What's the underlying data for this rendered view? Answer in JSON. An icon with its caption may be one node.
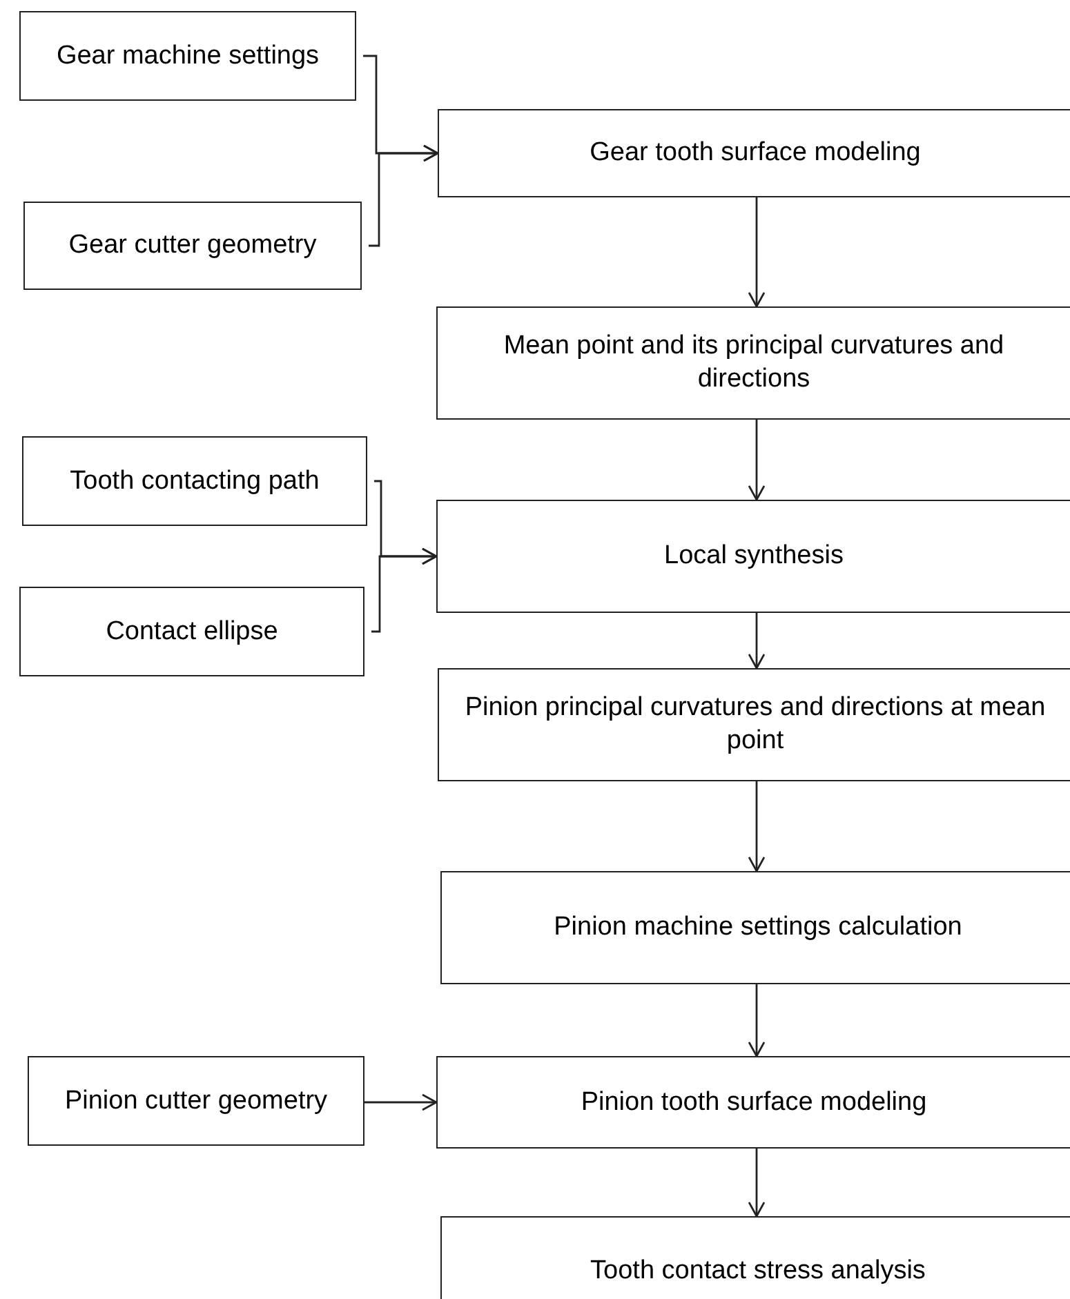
{
  "diagram": {
    "nodes": [
      {
        "text": [
          "Gear machine settings"
        ]
      },
      {
        "text": [
          "Gear cutter geometry"
        ]
      },
      {
        "text": [
          "Gear tooth surface modeling"
        ]
      },
      {
        "text": [
          "Mean point and its principal curvatures and directions"
        ]
      },
      {
        "text": [
          "Tooth contacting path"
        ]
      },
      {
        "text": [
          "Contact ellipse"
        ]
      },
      {
        "text": [
          "Local synthesis"
        ]
      },
      {
        "text": [
          "Pinion principal curvatures and directions at mean point"
        ]
      },
      {
        "text": [
          "Pinion machine settings calculation"
        ]
      },
      {
        "text": [
          "Pinion cutter geometry"
        ]
      },
      {
        "text": [
          "Pinion tooth surface modeling"
        ]
      },
      {
        "text": [
          "Tooth contact stress analysis"
        ]
      }
    ],
    "edges": [
      {
        "from": 0,
        "to": 2,
        "arrow": "to"
      },
      {
        "from": 1,
        "to": 2,
        "arrow": "to"
      },
      {
        "from": 2,
        "to": 3,
        "arrow": "to"
      },
      {
        "from": 3,
        "to": 6,
        "arrow": "to"
      },
      {
        "from": 4,
        "to": 6,
        "arrow": "to"
      },
      {
        "from": 5,
        "to": 6,
        "arrow": "to"
      },
      {
        "from": 6,
        "to": 7,
        "arrow": "to"
      },
      {
        "from": 7,
        "to": 8,
        "arrow": "to"
      },
      {
        "from": 8,
        "to": 10,
        "arrow": "to"
      },
      {
        "from": 9,
        "to": 10,
        "arrow": "to"
      },
      {
        "from": 10,
        "to": 11,
        "arrow": "to"
      }
    ]
  }
}
